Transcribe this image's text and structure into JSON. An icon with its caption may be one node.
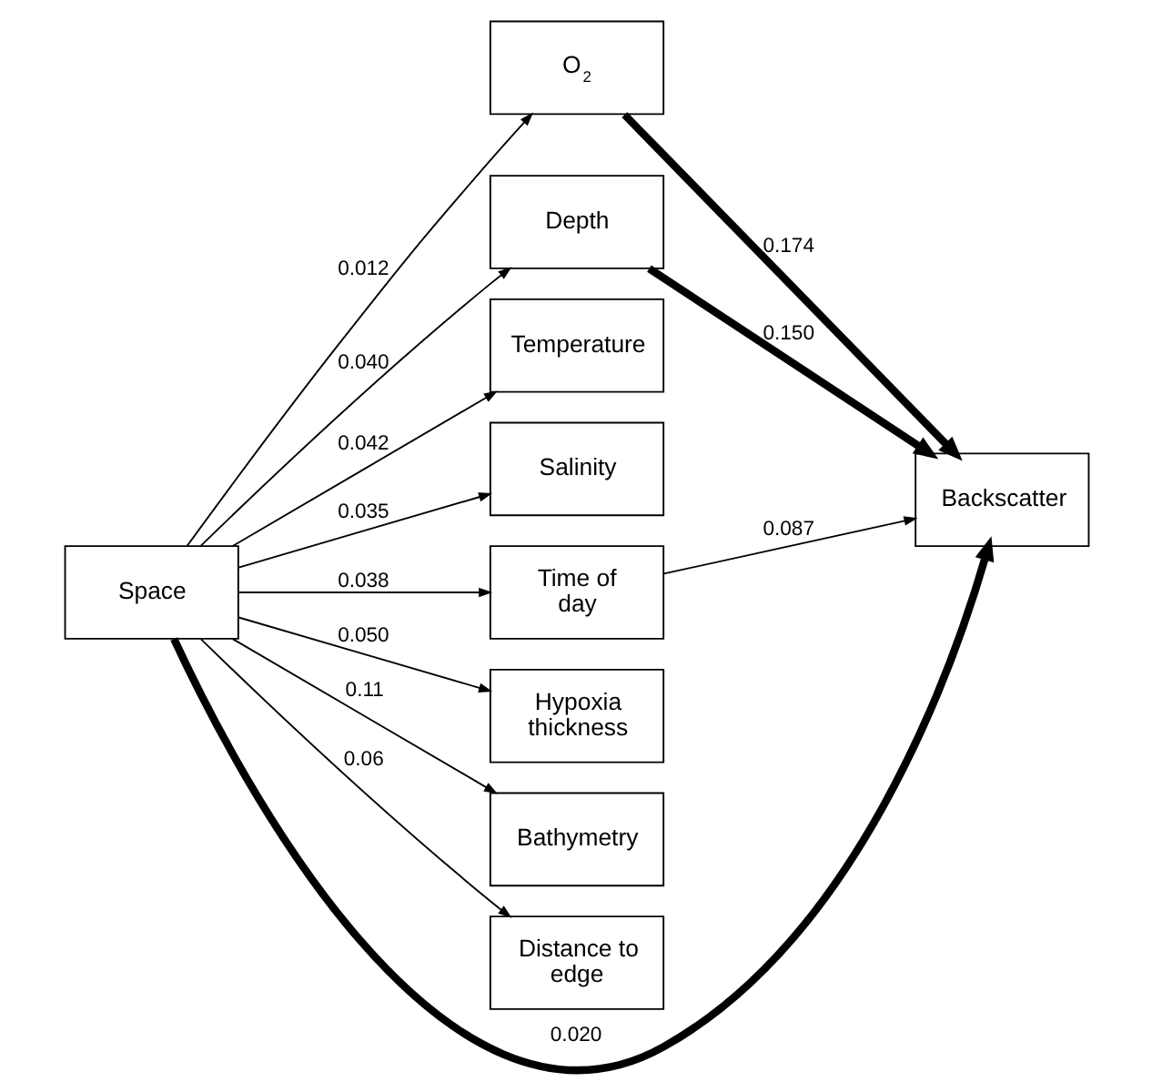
{
  "diagram": {
    "nodes": [
      {
        "text": [
          "Space"
        ]
      },
      {
        "text": [
          "O$_{2}$"
        ]
      },
      {
        "text": [
          "Depth"
        ]
      },
      {
        "text": [
          "Temperature"
        ]
      },
      {
        "text": [
          "Salinity"
        ]
      },
      {
        "text": [
          "Time of day"
        ]
      },
      {
        "text": [
          "Hypoxia thickness"
        ]
      },
      {
        "text": [
          "Bathymetry"
        ]
      },
      {
        "text": [
          "Distance to edge"
        ]
      },
      {
        "text": [
          "Backscatter"
        ]
      }
    ],
    "edges": [
      {
        "from": 0,
        "to": 1,
        "arrow": "to",
        "label": "0.012"
      },
      {
        "from": 0,
        "to": 2,
        "arrow": "to",
        "label": "0.040"
      },
      {
        "from": 0,
        "to": 3,
        "arrow": "to",
        "label": "0.042"
      },
      {
        "from": 0,
        "to": 4,
        "arrow": "to",
        "label": "0.035"
      },
      {
        "from": 0,
        "to": 5,
        "arrow": "to",
        "label": "0.038"
      },
      {
        "from": 0,
        "to": 6,
        "arrow": "to",
        "label": "0.050"
      },
      {
        "from": 0,
        "to": 7,
        "arrow": "to",
        "label": "0.11"
      },
      {
        "from": 0,
        "to": 8,
        "arrow": "to",
        "label": "0.06"
      },
      {
        "from": 1,
        "to": 9,
        "arrow": "to",
        "label": "0.174",
        "style": "thick"
      },
      {
        "from": 2,
        "to": 9,
        "arrow": "to",
        "label": "0.150",
        "style": "thick"
      },
      {
        "from": 5,
        "to": 9,
        "arrow": "to",
        "label": "0.087"
      },
      {
        "from": 0,
        "to": 9,
        "arrow": "to",
        "label": "0.020",
        "style": "thick"
      }
    ]
  }
}
